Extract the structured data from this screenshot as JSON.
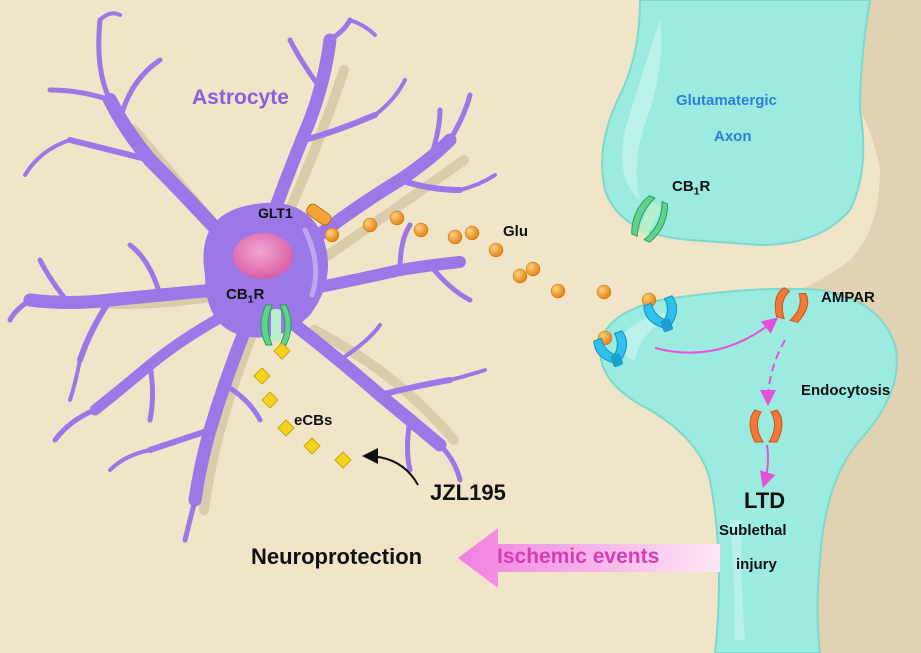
{
  "labels": {
    "astrocyte": "Astrocyte",
    "axon_line1": "Glutamatergic",
    "axon_line2": "Axon",
    "cb1r_axon": {
      "main": "CB",
      "sub": "1",
      "tail": "R"
    },
    "cb1r_astro": {
      "main": "CB",
      "sub": "1",
      "tail": "R"
    },
    "glt1": "GLT1",
    "glu": "Glu",
    "ampar": "AMPAR",
    "endocytosis": "Endocytosis",
    "ecbs": "eCBs",
    "jzl": "JZL195",
    "ltd": "LTD",
    "sublethal": "Sublethal",
    "injury": "injury",
    "neuroprotection": "Neuroprotection",
    "ischemic": "Ischemic events"
  },
  "colors": {
    "background": "#f0e5c8",
    "astrocyte": "#9b77e8",
    "astrocyte_text": "#8a5ce0",
    "nucleus": "#e47ab6",
    "neuron": "#9cebe1",
    "neuron_text": "#2f7fd0",
    "glutamate": "#ef9a1c",
    "ampar": "#f27a36",
    "receptor_blue": "#2ec1ee",
    "cb1r": "#5fd38a",
    "ecb": "#f4d21e",
    "arrow_magenta": "#e651d8",
    "ischemic_arrow": "#f3a2e2",
    "ischemic_text": "#d43fb5"
  }
}
